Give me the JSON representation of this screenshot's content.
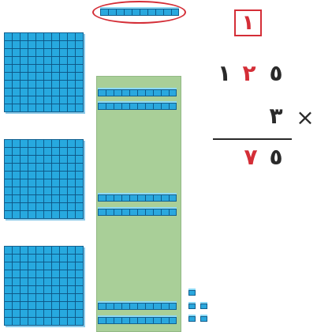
{
  "carry_digit": "١",
  "multiplicand": {
    "hundreds": "١",
    "tens": "٢",
    "ones": "٥"
  },
  "multiplier": "٣",
  "operator": "×",
  "result": {
    "tens": "٧",
    "ones": "٥"
  },
  "colors": {
    "red": "#d42e37",
    "dark": "#2a2a2a",
    "block_blue": "#27a9df",
    "panel_green": "#a9cf98"
  }
}
